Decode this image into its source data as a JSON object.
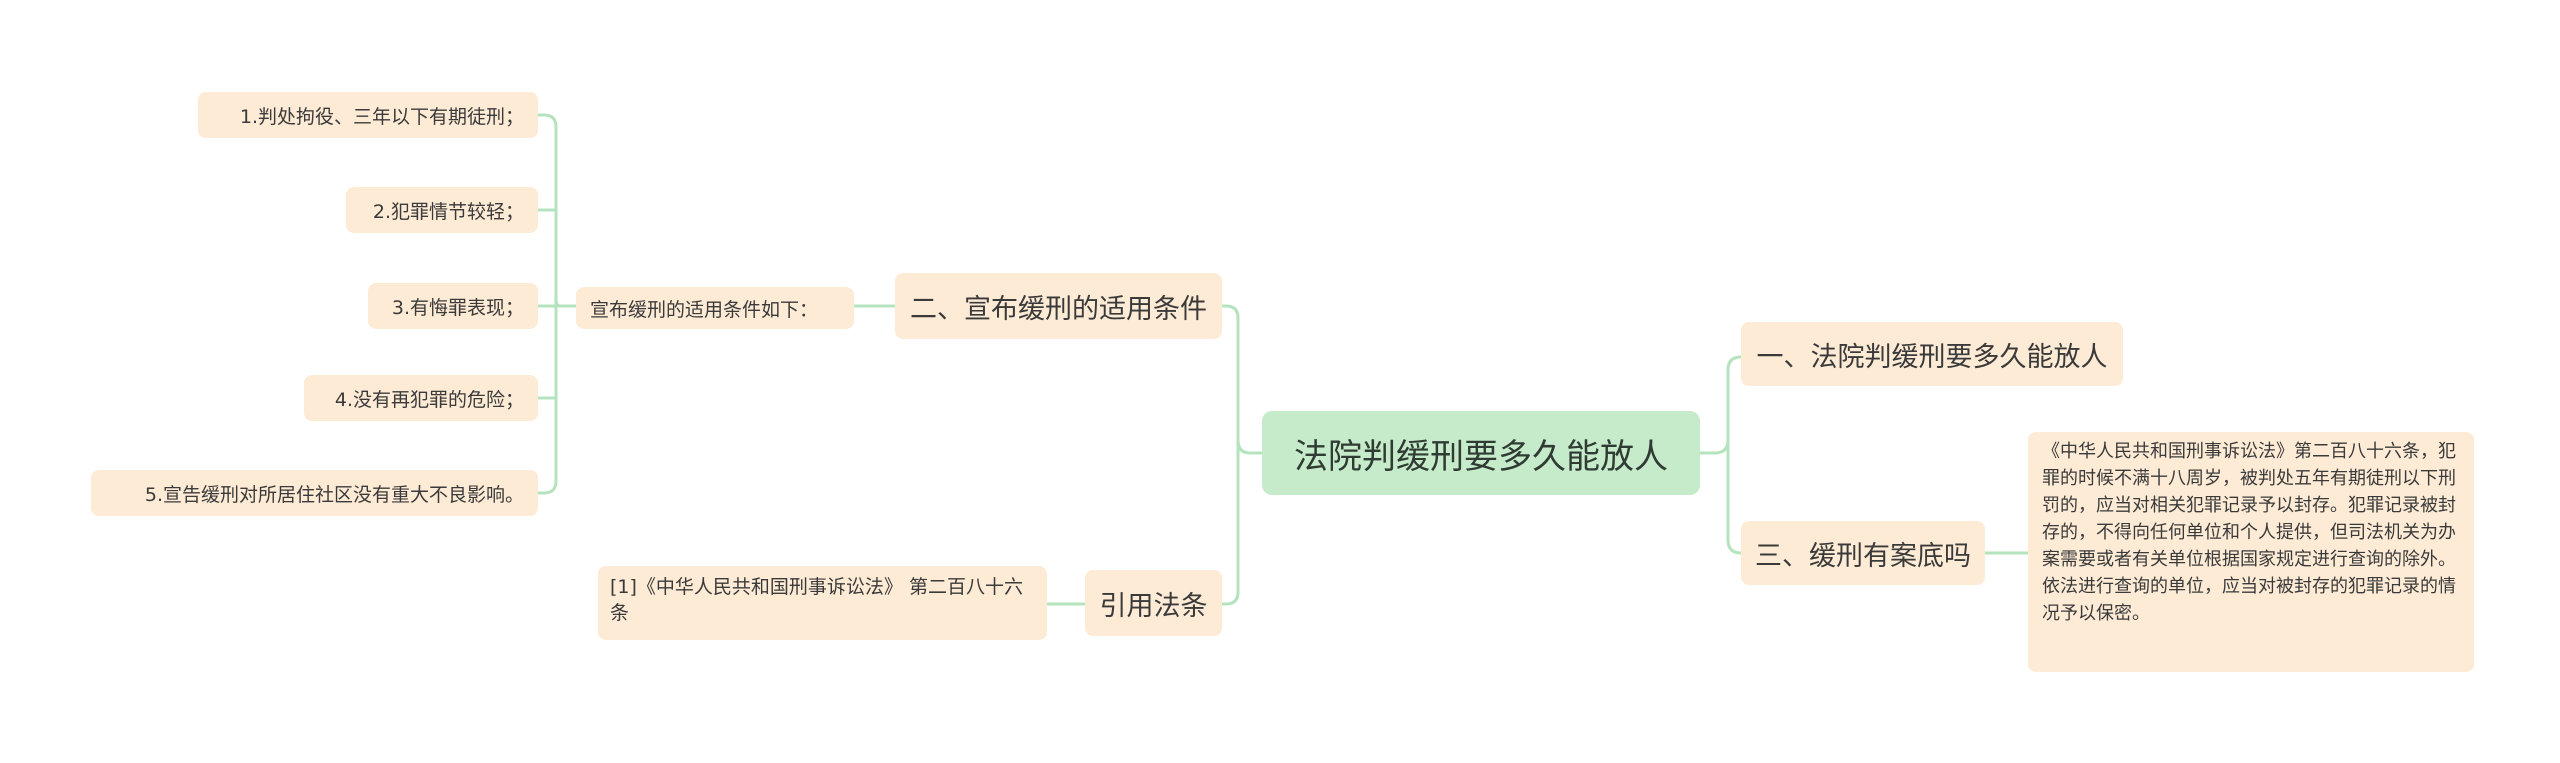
{
  "root": {
    "label": "法院判缓刑要多久能放人"
  },
  "branches": {
    "b1": {
      "label": "一、法院判缓刑要多久能放人"
    },
    "b2": {
      "label": "二、宣布缓刑的适用条件"
    },
    "b3": {
      "label": "三、缓刑有案底吗"
    },
    "b4": {
      "label": "引用法条"
    }
  },
  "b2_sub": {
    "label": "宣布缓刑的适用条件如下："
  },
  "conditions": [
    "1.判处拘役、三年以下有期徒刑；",
    "2.犯罪情节较轻；",
    "3.有悔罪表现；",
    "4.没有再犯罪的危险；",
    "5.宣告缓刑对所居住社区没有重大不良影响。"
  ],
  "b3_detail": "《中华人民共和国刑事诉讼法》第二百八十六条，犯罪的时候不满十八周岁，被判处五年有期徒刑以下刑罚的，应当对相关犯罪记录予以封存。犯罪记录被封存的，不得向任何单位和个人提供，但司法机关为办案需要或者有关单位根据国家规定进行查询的除外。依法进行查询的单位，应当对被封存的犯罪记录的情况予以保密。",
  "b4_ref": "[1]《中华人民共和国刑事诉讼法》 第二百八十六条",
  "colors": {
    "connector": "#b5e3bd",
    "root_fill": "#c6ebcb",
    "node_fill": "#fdebd6"
  }
}
